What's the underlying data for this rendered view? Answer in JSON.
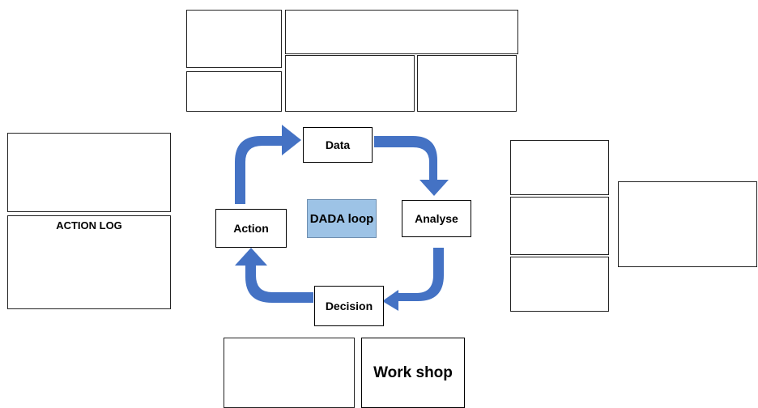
{
  "loop": {
    "center": "DADA loop",
    "data": "Data",
    "analyse": "Analyse",
    "decision": "Decision",
    "action": "Action"
  },
  "action_log": {
    "title": "ACTION LOG"
  },
  "workshop": {
    "label": "Work shop"
  },
  "colors": {
    "arrow": "#4472c4",
    "center_fill": "#9dc3e6"
  }
}
